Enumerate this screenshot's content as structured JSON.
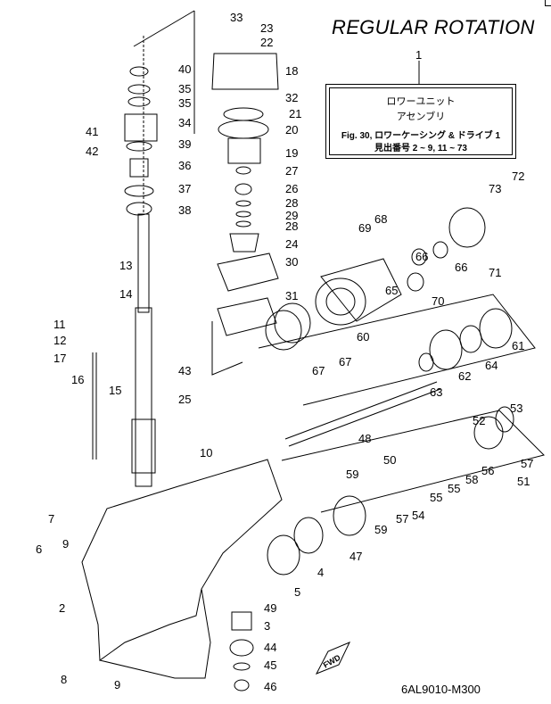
{
  "title": "REGULAR ROTATION",
  "legend_box": {
    "number": "1",
    "line1": "ロワーユニット",
    "line2": "アセンブリ",
    "line3": "Fig. 30, ロワーケーシング & ドライブ 1",
    "line4": "見出番号 2 ~ 9, 11 ~ 73"
  },
  "diagram_code": "6AL9010-M300",
  "fwd_label": "FWD",
  "callouts": [
    {
      "n": "33"
    },
    {
      "n": "23"
    },
    {
      "n": "22"
    },
    {
      "n": "18"
    },
    {
      "n": "32"
    },
    {
      "n": "21"
    },
    {
      "n": "20"
    },
    {
      "n": "19"
    },
    {
      "n": "27"
    },
    {
      "n": "26"
    },
    {
      "n": "28"
    },
    {
      "n": "29"
    },
    {
      "n": "28"
    },
    {
      "n": "24"
    },
    {
      "n": "30"
    },
    {
      "n": "31"
    },
    {
      "n": "40"
    },
    {
      "n": "35"
    },
    {
      "n": "35"
    },
    {
      "n": "34"
    },
    {
      "n": "41"
    },
    {
      "n": "42"
    },
    {
      "n": "39"
    },
    {
      "n": "36"
    },
    {
      "n": "37"
    },
    {
      "n": "38"
    },
    {
      "n": "13"
    },
    {
      "n": "14"
    },
    {
      "n": "11"
    },
    {
      "n": "12"
    },
    {
      "n": "17"
    },
    {
      "n": "16"
    },
    {
      "n": "15"
    },
    {
      "n": "43"
    },
    {
      "n": "25"
    },
    {
      "n": "10"
    },
    {
      "n": "7"
    },
    {
      "n": "9"
    },
    {
      "n": "6"
    },
    {
      "n": "2"
    },
    {
      "n": "8"
    },
    {
      "n": "9"
    },
    {
      "n": "72"
    },
    {
      "n": "73"
    },
    {
      "n": "68"
    },
    {
      "n": "69"
    },
    {
      "n": "66"
    },
    {
      "n": "66"
    },
    {
      "n": "71"
    },
    {
      "n": "65"
    },
    {
      "n": "70"
    },
    {
      "n": "60"
    },
    {
      "n": "67"
    },
    {
      "n": "67"
    },
    {
      "n": "61"
    },
    {
      "n": "64"
    },
    {
      "n": "62"
    },
    {
      "n": "63"
    },
    {
      "n": "48"
    },
    {
      "n": "53"
    },
    {
      "n": "52"
    },
    {
      "n": "57"
    },
    {
      "n": "51"
    },
    {
      "n": "56"
    },
    {
      "n": "58"
    },
    {
      "n": "55"
    },
    {
      "n": "55"
    },
    {
      "n": "54"
    },
    {
      "n": "57"
    },
    {
      "n": "50"
    },
    {
      "n": "59"
    },
    {
      "n": "59"
    },
    {
      "n": "47"
    },
    {
      "n": "4"
    },
    {
      "n": "5"
    },
    {
      "n": "49"
    },
    {
      "n": "3"
    },
    {
      "n": "44"
    },
    {
      "n": "45"
    },
    {
      "n": "46"
    }
  ]
}
